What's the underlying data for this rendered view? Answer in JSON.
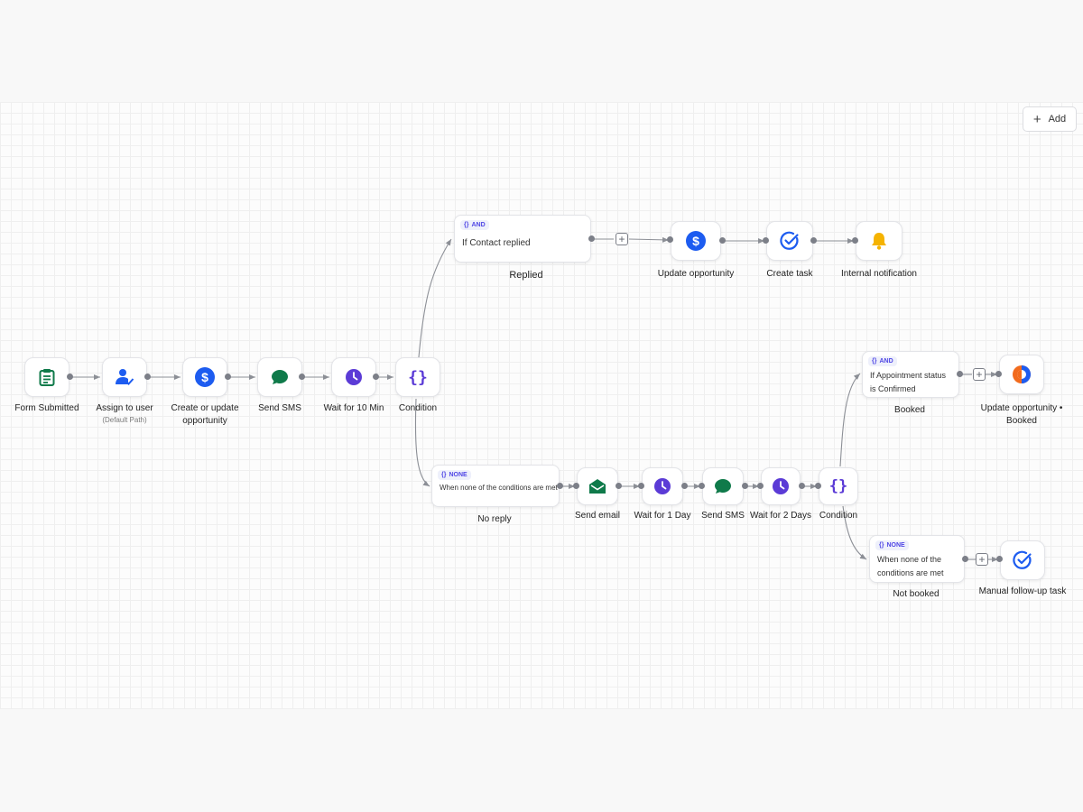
{
  "toolbar": {
    "add_label": "Add",
    "add_icon": "plus-icon"
  },
  "colors": {
    "green": "#0f7a4a",
    "blue": "#1d5cf0",
    "purple": "#5b3bd6",
    "amber": "#f5b301",
    "orange": "#f26b1d",
    "connector": "#8c8f96",
    "badge_text": "#4f46e5"
  },
  "nodes": {
    "form_submitted": {
      "label": "Form Submitted",
      "icon": "clipboard-icon"
    },
    "assign_user": {
      "label": "Assign to user",
      "sublabel": "(Default Path)",
      "icon": "user-check-icon"
    },
    "create_opportunity": {
      "label_line1": "Create or update",
      "label_line2": "opportunity",
      "icon": "dollar-icon"
    },
    "send_sms_1": {
      "label": "Send SMS",
      "icon": "chat-bubble-icon"
    },
    "wait_10": {
      "label": "Wait for 10 Min",
      "icon": "clock-icon"
    },
    "condition_1": {
      "label": "Condition",
      "icon": "braces-icon"
    },
    "update_opportunity": {
      "label": "Update opportunity",
      "icon": "dollar-icon"
    },
    "create_task": {
      "label": "Create task",
      "icon": "check-circle-icon"
    },
    "internal_notification": {
      "label": "Internal notification",
      "icon": "bell-icon"
    },
    "send_email": {
      "label": "Send email",
      "icon": "envelope-icon"
    },
    "wait_1day": {
      "label": "Wait for 1 Day",
      "icon": "clock-icon"
    },
    "send_sms_2": {
      "label": "Send SMS",
      "icon": "chat-bubble-icon"
    },
    "wait_2days": {
      "label": "Wait for 2 Days",
      "icon": "clock-icon"
    },
    "condition_2": {
      "label": "Condition",
      "icon": "braces-icon"
    },
    "update_opportunity_booked": {
      "label_line1": "Update opportunity •",
      "label_line2": "Booked",
      "icon": "orange-logo-icon"
    },
    "manual_followup": {
      "label": "Manual follow-up task",
      "icon": "check-circle-icon"
    }
  },
  "branches": {
    "replied": {
      "badge": "AND",
      "text": "If Contact replied",
      "label": "Replied"
    },
    "no_reply": {
      "badge": "NONE",
      "text": "When none of the conditions are met",
      "label": "No reply"
    },
    "booked": {
      "badge": "AND",
      "text_line1": "If Appointment status",
      "text_line2": "is Confirmed",
      "label": "Booked"
    },
    "not_booked": {
      "badge": "NONE",
      "text_line1": "When none of the",
      "text_line2": "conditions are met",
      "label": "Not booked"
    }
  }
}
